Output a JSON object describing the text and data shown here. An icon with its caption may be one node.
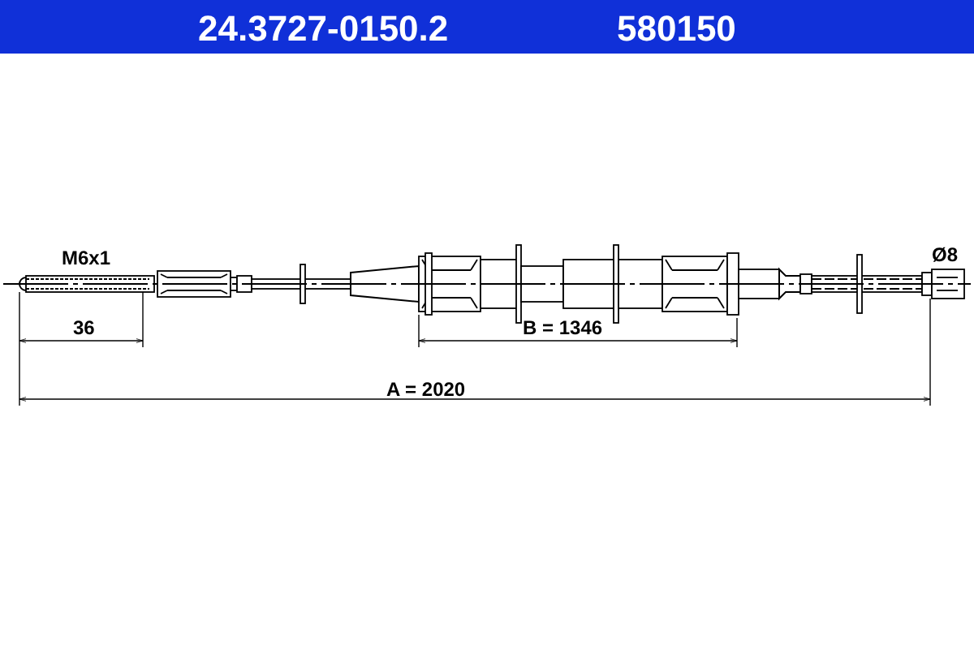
{
  "diagram": {
    "title": "24.3727-0150.2",
    "labels": [
      "580150",
      "M6x1",
      "Ø8",
      "36",
      "B = 1346",
      "A = 2020"
    ]
  }
}
